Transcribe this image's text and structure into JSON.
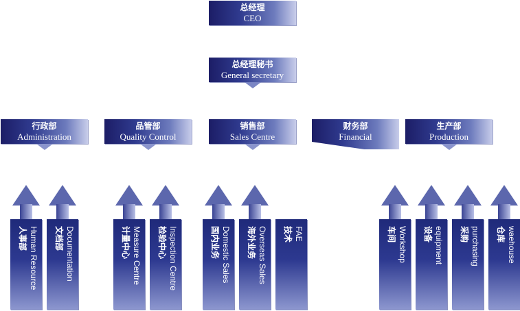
{
  "ceo": {
    "cn": "总经理",
    "en": "CEO"
  },
  "secretary": {
    "cn": "总经理秘书",
    "en": "General secretary"
  },
  "departments": [
    {
      "cn": "行政部",
      "en": "Administration"
    },
    {
      "cn": "品管部",
      "en": "Quality Control"
    },
    {
      "cn": "销售部",
      "en": "Sales Centre"
    },
    {
      "cn": "财务部",
      "en": "Financial"
    },
    {
      "cn": "生产部",
      "en": "Production"
    }
  ],
  "units": [
    {
      "en": "Human Resource",
      "cn": "人事部"
    },
    {
      "en": "Documentation",
      "cn": "文档部"
    },
    {
      "en": "Measure Centre",
      "cn": "计量中心"
    },
    {
      "en": "Inspection Centre",
      "cn": "检验中心"
    },
    {
      "en": "Domestic Sales",
      "cn": "国内业务"
    },
    {
      "en": "Overseas Sales",
      "cn": "海外业务"
    },
    {
      "en": "FAE",
      "cn": "技术"
    },
    {
      "en": "Workshop",
      "cn": "车间"
    },
    {
      "en": "equipment",
      "cn": "设备"
    },
    {
      "en": "purchasing",
      "cn": "采购"
    },
    {
      "en": "waehouse",
      "cn": "仓库"
    }
  ]
}
